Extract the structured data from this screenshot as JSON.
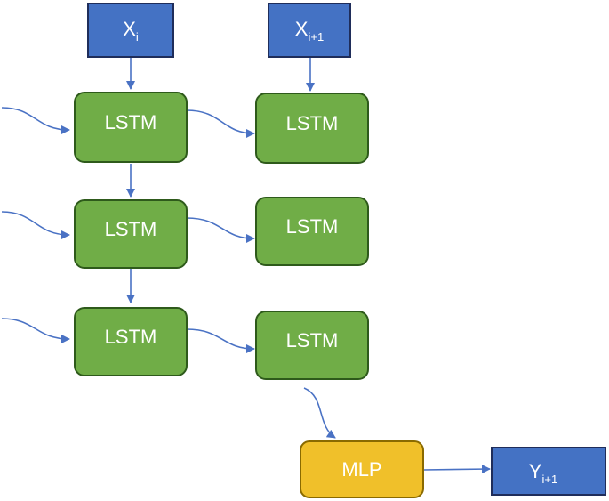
{
  "colors": {
    "input_box": "#4472C4",
    "input_border": "#1F2D5A",
    "lstm_fill": "#70AD47",
    "lstm_border": "#2E5A1B",
    "mlp_fill": "#F0C02A",
    "mlp_border": "#8A6A00",
    "arrow": "#4A72C4",
    "text": "#FFFFFF"
  },
  "inputs": {
    "x_i": {
      "base": "X",
      "sub": "i"
    },
    "x_i1": {
      "base": "X",
      "sub": "i+1"
    }
  },
  "lstm_label": "LSTM",
  "mlp_label": "MLP",
  "output": {
    "base": "Y",
    "sub": "i+1"
  }
}
